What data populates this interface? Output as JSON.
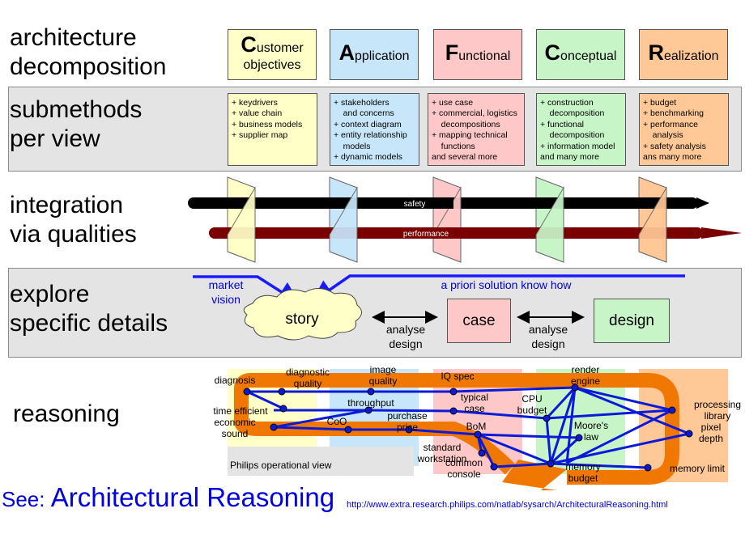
{
  "headings": {
    "arch": "architecture\ndecomposition",
    "submethods": "submethods\nper view",
    "integration": "integration\nvia qualities",
    "explore": "explore\nspecific details",
    "reasoning": "reasoning"
  },
  "views": [
    {
      "initial": "C",
      "rest": "ustomer",
      "line2": "objectives",
      "color": "#ffffc8"
    },
    {
      "initial": "A",
      "rest": "pplication",
      "line2": "",
      "color": "#c8e6fa"
    },
    {
      "initial": "F",
      "rest": "unctional",
      "line2": "",
      "color": "#ffc8c8"
    },
    {
      "initial": "C",
      "rest": "onceptual",
      "line2": "",
      "color": "#c8f5c8"
    },
    {
      "initial": "R",
      "rest": "ealization",
      "line2": "",
      "color": "#ffc896"
    }
  ],
  "submethods": [
    "+ keydrivers\n+ value chain\n+ business models\n+ supplier map",
    "+ stakeholders\n    and concerns\n+ context diagram\n+ entity relationship\n    models\n+ dynamic models",
    "+ use case\n+ commercial, logistics\n    decompositions\n+ mapping technical\n    functions\nand several more",
    "+ construction\n    decomposition\n+ functional\n    decomposition\n+ information model\nand many more",
    "+ budget\n+ benchmarking\n+ performance\n    analysis\n+ safety analysis\nans many more"
  ],
  "qualities": {
    "safety": "safety",
    "performance": "performance"
  },
  "explore": {
    "market_vision": "market\nvision",
    "apriori": "a priori solution know how",
    "story": "story",
    "case": "case",
    "design": "design",
    "analyse1": "analyse\ndesign",
    "analyse2": "analyse\ndesign"
  },
  "reasoning": {
    "operational_view": "Philips operational view",
    "nodes": {
      "diagnosis": "diagnosis",
      "diag_quality": "diagnostic\nquality",
      "image_quality": "image\nquality",
      "iq_spec": "IQ spec",
      "render_engine": "render\nengine",
      "time_efficient": "time efficient",
      "throughput": "throughput",
      "typical_case": "typical\ncase",
      "cpu_budget": "CPU\nbudget",
      "processing_library": "processing\nlibrary",
      "economic_sound": "economic\nsound",
      "coo": "CoO",
      "purchase_price": "purchase\nprice",
      "bom": "BoM",
      "moores_law": "Moore's\nlaw",
      "pixel_depth": "pixel\ndepth",
      "standard_workstation": "standard\nworkstation",
      "common_console": "common\nconsole",
      "memory_budget": "memory\nbudget",
      "memory_limit": "memory limit"
    }
  },
  "footer": {
    "see": "See: ",
    "title": "Architectural Reasoning",
    "url": "http://www.extra.research.philips.com/natlab/sysarch/ArchitecturalReasoning.html"
  }
}
